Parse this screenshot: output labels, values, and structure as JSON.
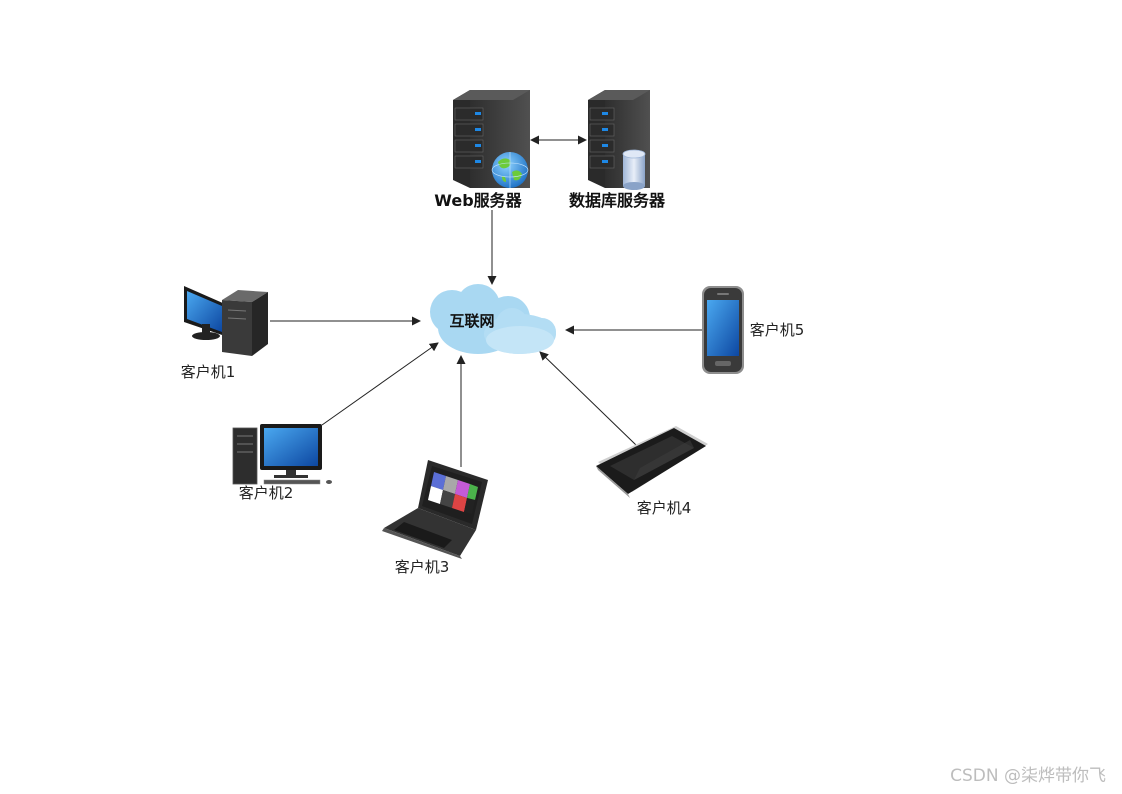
{
  "nodes": {
    "web_server": {
      "label": "Web服务器",
      "icon": "web-server-icon"
    },
    "db_server": {
      "label": "数据库服务器",
      "icon": "database-server-icon"
    },
    "internet": {
      "label": "互联网",
      "icon": "cloud-icon"
    },
    "client1": {
      "label": "客户机1",
      "icon": "desktop-tower-icon"
    },
    "client2": {
      "label": "客户机2",
      "icon": "desktop-computer-icon"
    },
    "client3": {
      "label": "客户机3",
      "icon": "laptop-icon"
    },
    "client4": {
      "label": "客户机4",
      "icon": "smartphone-landscape-icon"
    },
    "client5": {
      "label": "客户机5",
      "icon": "smartphone-icon"
    }
  },
  "edges": [
    {
      "from": "web_server",
      "to": "db_server",
      "direction": "both"
    },
    {
      "from": "web_server",
      "to": "internet",
      "direction": "forward"
    },
    {
      "from": "client1",
      "to": "internet",
      "direction": "forward"
    },
    {
      "from": "client2",
      "to": "internet",
      "direction": "forward"
    },
    {
      "from": "client3",
      "to": "internet",
      "direction": "forward"
    },
    {
      "from": "client4",
      "to": "internet",
      "direction": "forward"
    },
    {
      "from": "client5",
      "to": "internet",
      "direction": "forward"
    }
  ],
  "watermark": "CSDN @柒烨带你飞",
  "colors": {
    "server_dark": "#3a3a3a",
    "server_light": "#4d4d4d",
    "led_blue": "#1e88e5",
    "cloud": "#a9d8f2",
    "screen_blue": "#1565c0",
    "edge": "#222222"
  }
}
